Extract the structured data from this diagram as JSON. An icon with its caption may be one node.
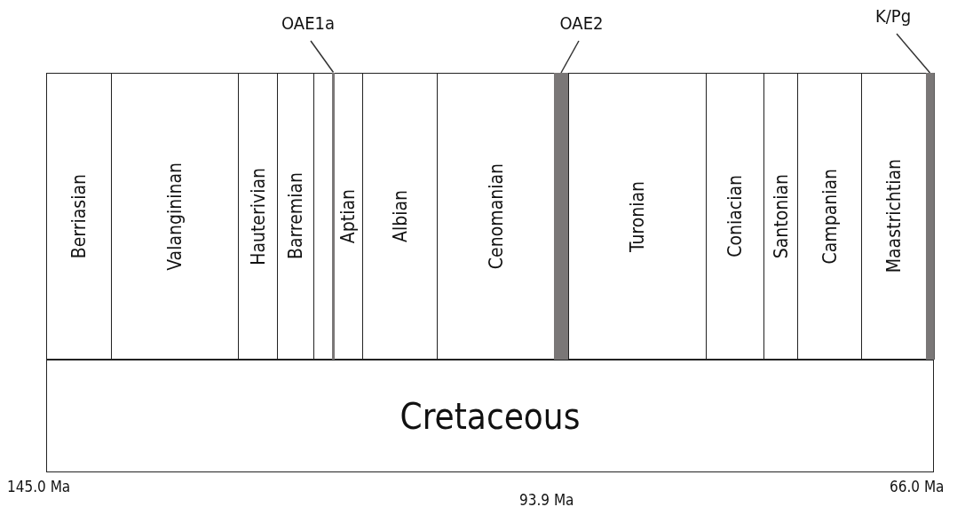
{
  "diagram": {
    "nodes": [
      {
        "text": [
          "Berriasian"
        ]
      },
      {
        "text": [
          "Valangininan"
        ]
      },
      {
        "text": [
          "Hauterivian"
        ]
      },
      {
        "text": [
          "Barremian"
        ]
      },
      {
        "text": [
          "Aptian"
        ]
      },
      {
        "text": [
          "Albian"
        ]
      },
      {
        "text": [
          "Cenomanian"
        ]
      },
      {
        "text": [
          "Turonian"
        ]
      },
      {
        "text": [
          "Coniacian"
        ]
      },
      {
        "text": [
          "Santonian"
        ]
      },
      {
        "text": [
          "Campanian"
        ]
      },
      {
        "text": [
          "Maastrichtian"
        ]
      },
      {
        "text": [
          "Cretaceous"
        ]
      },
      {
        "text": [
          "OAE1a"
        ]
      },
      {
        "text": [
          "OAE2"
        ]
      },
      {
        "text": [
          "K/Pg"
        ]
      },
      {
        "text": [],
        "shape": "bar",
        "in": 4
      },
      {
        "text": [],
        "shape": "bar"
      },
      {
        "text": [],
        "shape": "bar"
      }
    ],
    "edges": [
      {
        "from": 13,
        "to": 16,
        "arrow": "none"
      },
      {
        "from": 14,
        "to": 17,
        "arrow": "none"
      },
      {
        "from": 15,
        "to": 18,
        "arrow": "none"
      }
    ],
    "labels": [
      "145.0 Ma",
      "66.0 Ma",
      "93.9 Ma"
    ]
  }
}
